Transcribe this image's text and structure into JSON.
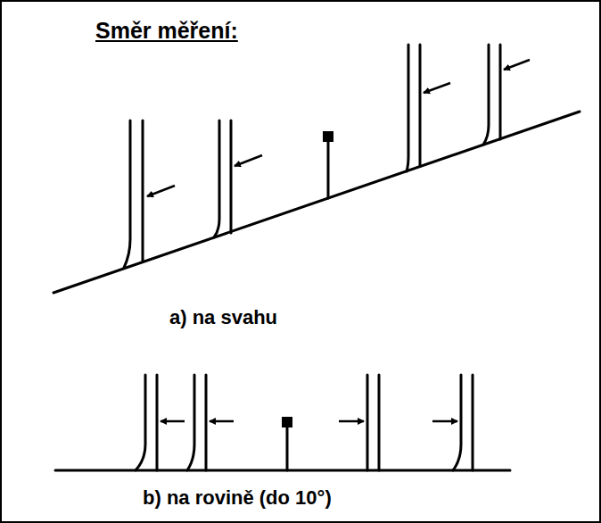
{
  "diagram": {
    "title": "Směr měření:",
    "labels": [
      "a) na svahu",
      "b) na rovině (do 10°)"
    ]
  }
}
